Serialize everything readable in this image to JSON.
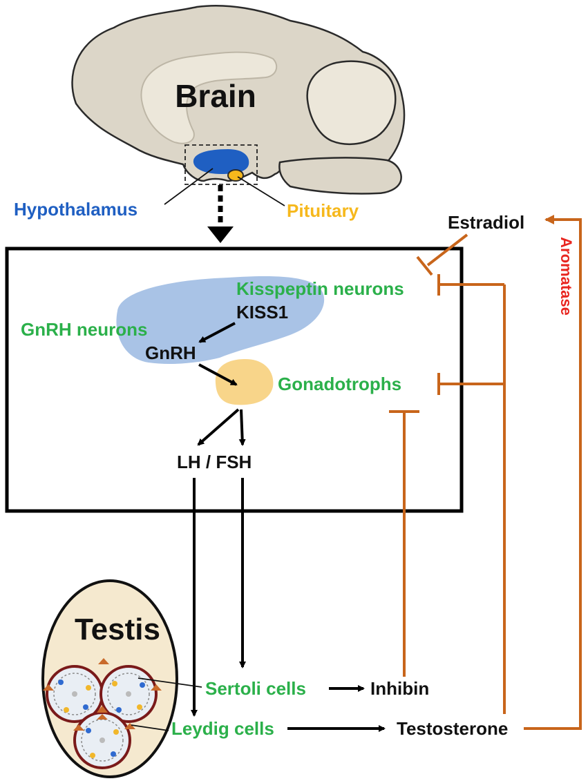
{
  "labels": {
    "brain": "Brain",
    "hypothalamus": "Hypothalamus",
    "pituitary": "Pituitary",
    "estradiol": "Estradiol",
    "aromatase": "Aromatase",
    "kisspeptin_neurons": "Kisspeptin neurons",
    "kiss1": "KISS1",
    "gnrh_neurons": "GnRH neurons",
    "gnrh": "GnRH",
    "gonadotrophs": "Gonadotrophs",
    "lh_fsh": "LH / FSH",
    "testis": "Testis",
    "sertoli_cells": "Sertoli cells",
    "inhibin": "Inhibin",
    "leydig_cells": "Leydig cells",
    "testosterone": "Testosterone"
  },
  "colors": {
    "hypothalamus": "#1f5fc2",
    "pituitary": "#f6b81c",
    "cell_type_text": "#2bb04a",
    "feedback": "#c8651b",
    "aromatase": "#e8251f",
    "brain_fill": "#dcd6c8",
    "hypothalamus_region": "#a9c3e6",
    "pituitary_region": "#f8d58a",
    "testis_fill": "#f5e9cf"
  }
}
